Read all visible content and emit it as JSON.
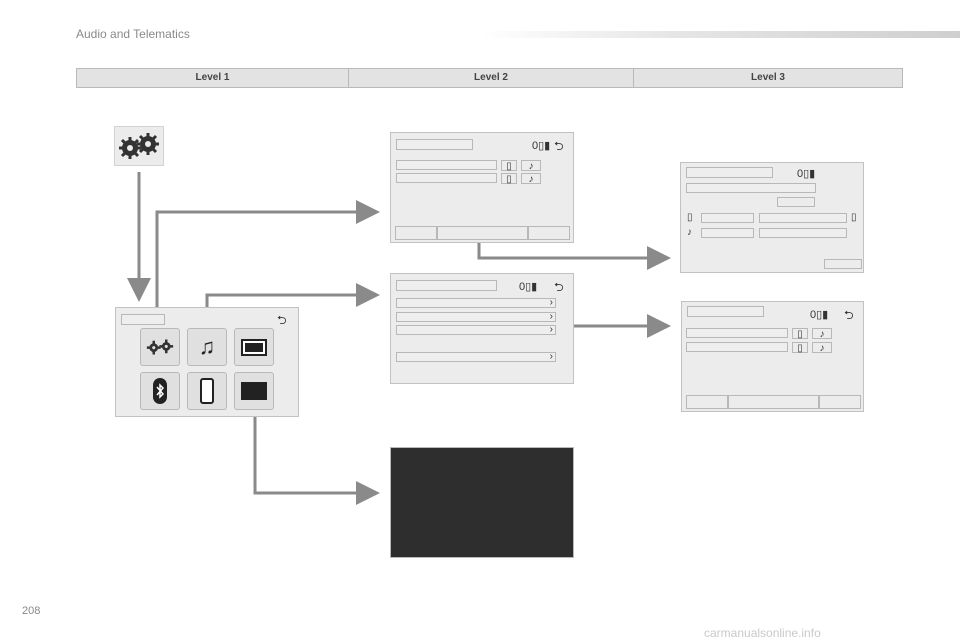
{
  "header": {
    "title": "Audio and Telematics"
  },
  "levels": {
    "level1": "Level 1",
    "level2": "Level 2",
    "level3": "Level 3"
  },
  "footer": {
    "page_number": "208",
    "watermark": "carmanualsonline.info"
  },
  "glyphs": {
    "status": "0▯▮",
    "back": "⮌",
    "note": "♪",
    "phone": "▯",
    "chevron": "›",
    "music": "♫"
  },
  "icons": [
    "gears-icon",
    "music-icon",
    "screen-icon",
    "bluetooth-icon",
    "phone-icon",
    "video-icon",
    "back-icon",
    "note-icon",
    "chevron-right-icon"
  ],
  "colors": {
    "arrow": "#8a8a8a",
    "screen": "#ececec",
    "dark_screen": "#2e2e2e"
  }
}
